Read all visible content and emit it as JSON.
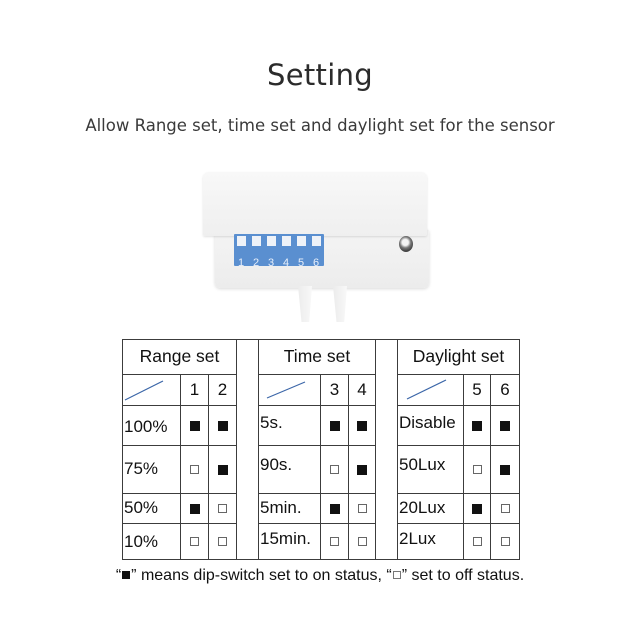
{
  "header": {
    "title": "Setting",
    "subtitle": "Allow Range set, time set and daylight set for the sensor"
  },
  "device": {
    "dip_switch_numbers": [
      "1",
      "2",
      "3",
      "4",
      "5",
      "6"
    ],
    "dip_color": "#5a8fd0"
  },
  "tables": {
    "range": {
      "title": "Range set",
      "switches": [
        "1",
        "2"
      ],
      "rows": [
        {
          "label": "100%",
          "s1": "on",
          "s2": "on"
        },
        {
          "label": "75%",
          "s1": "off",
          "s2": "on"
        },
        {
          "label": "50%",
          "s1": "on",
          "s2": "off"
        },
        {
          "label": "10%",
          "s1": "off",
          "s2": "off"
        }
      ]
    },
    "time": {
      "title": "Time set",
      "switches": [
        "3",
        "4"
      ],
      "rows": [
        {
          "label": "5s.",
          "s1": "on",
          "s2": "on"
        },
        {
          "label": "90s.",
          "s1": "off",
          "s2": "on"
        },
        {
          "label": "5min.",
          "s1": "on",
          "s2": "off"
        },
        {
          "label": "15min.",
          "s1": "off",
          "s2": "off"
        }
      ]
    },
    "daylight": {
      "title": "Daylight set",
      "switches": [
        "5",
        "6"
      ],
      "rows": [
        {
          "label": "Disable",
          "s1": "on",
          "s2": "on"
        },
        {
          "label": "50Lux",
          "s1": "off",
          "s2": "on"
        },
        {
          "label": "20Lux",
          "s1": "on",
          "s2": "off"
        },
        {
          "label": "2Lux",
          "s1": "off",
          "s2": "off"
        }
      ]
    }
  },
  "legend": {
    "open_quote": "“",
    "on_text": "” means dip-switch set to on status, “",
    "off_text": "” set to off status."
  }
}
